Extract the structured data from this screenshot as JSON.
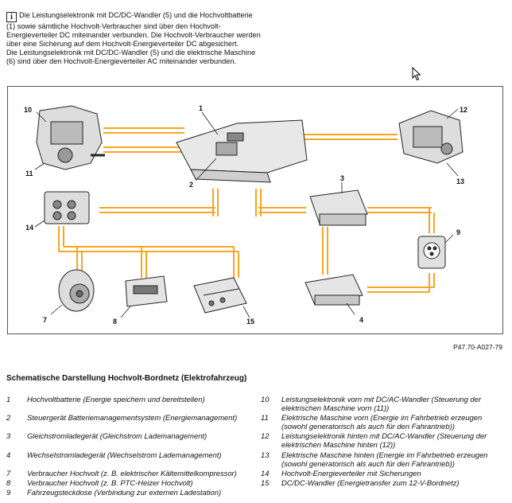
{
  "info": {
    "icon": "info-icon",
    "paragraph1": "Die Leistungselektronik mit DC/DC-Wandler (5) und die Hochvoltbatterie (1) sowie sämtliche Hochvolt-Verbraucher sind über den Hochvolt-Energieverteiler DC miteinander verbunden. Die Hochvolt-Verbraucher werden über eine Sicherung auf dem Hochvolt-Energieverteiler DC abgesichert.",
    "paragraph2": "Die Leistungselektronik mit DC/DC-Wandler (5) und die elektrische Maschine (6) sind über den Hochvolt-Energieverteiler AC miteinander verbunden."
  },
  "diagram": {
    "line_color": "#f5a623",
    "labels": {
      "n1": "1",
      "n2": "2",
      "n3": "3",
      "n4": "4",
      "n7": "7",
      "n8": "8",
      "n9": "9",
      "n10": "10",
      "n11": "11",
      "n12": "12",
      "n13": "13",
      "n14": "14",
      "n15": "15"
    }
  },
  "figure_code": "P47.70-A027-79",
  "caption": "Schematische Darstellung Hochvolt-Bordnetz (Elektrofahrzeug)",
  "legend": [
    {
      "num": "1",
      "text": "Hochvoltbatterie (Energie speichern und bereitstellen)"
    },
    {
      "num": "2",
      "text": "Steuergerät Batteriemanagementsystem (Energiemanagement)"
    },
    {
      "num": "3",
      "text": "Gleichstromladegerät (Gleichstrom Lademanagement)"
    },
    {
      "num": "4",
      "text": "Wechselstromladegerät (Wechselstrom Lademanagement)"
    },
    {
      "num": "7",
      "text": "Verbraucher Hochvolt (z. B. elektrischer Kältemittelkompressor)"
    },
    {
      "num": "8",
      "text": "Verbraucher Hochvolt (z. B. PTC-Heizer Hochvolt)"
    },
    {
      "num": "9",
      "text": "Fahrzeugsteckdose (Verbindung zur externen Ladestation)"
    },
    {
      "num": "10",
      "text": "Leistungselektronik vorn mit DC/AC-Wandler (Steuerung der elektrischen Maschine vorn (11))"
    },
    {
      "num": "11",
      "text": "Elektrische Maschine vorn (Energie im Fahrbetrieb erzeugen (sowohl generatorisch als auch für den Fahrantrieb))"
    },
    {
      "num": "12",
      "text": "Leistungselektronik hinten mit DC/AC-Wandler (Steuerung der elektrischen Maschine hinten (12))"
    },
    {
      "num": "13",
      "text": "Elektrische Maschine hinten (Energie im Fahrbetrieb erzeugen (sowohl generatorisch als auch für den Fahrantrieb))"
    },
    {
      "num": "14",
      "text": "Hochvolt-Energieverteiler mit Sicherungen"
    },
    {
      "num": "15",
      "text": "DC/DC-Wandler (Energietransfer zum 12-V-Bordnetz)"
    }
  ]
}
